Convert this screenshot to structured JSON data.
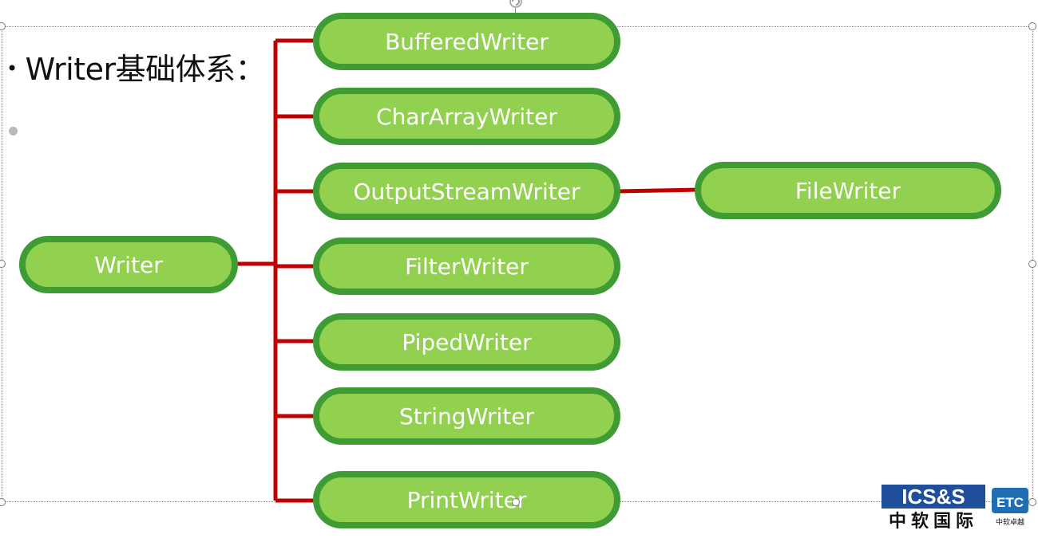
{
  "heading": "Writer基础体系：",
  "root": "Writer",
  "children": [
    "BufferedWriter",
    "CharArrayWriter",
    "OutputStreamWriter",
    "FilterWriter",
    "PipedWriter",
    "StringWriter",
    "PrintWriter"
  ],
  "grandchild": "FileWriter",
  "logo": {
    "top_text": "ICS&S",
    "cn_text": "中软国际",
    "badge": "ETC",
    "badge_sub": "中软卓越"
  },
  "colors": {
    "pill_fill": "#92d050",
    "pill_border": "#3f9c35",
    "connector": "#c00000",
    "logo_blue": "#1f4e9c"
  }
}
